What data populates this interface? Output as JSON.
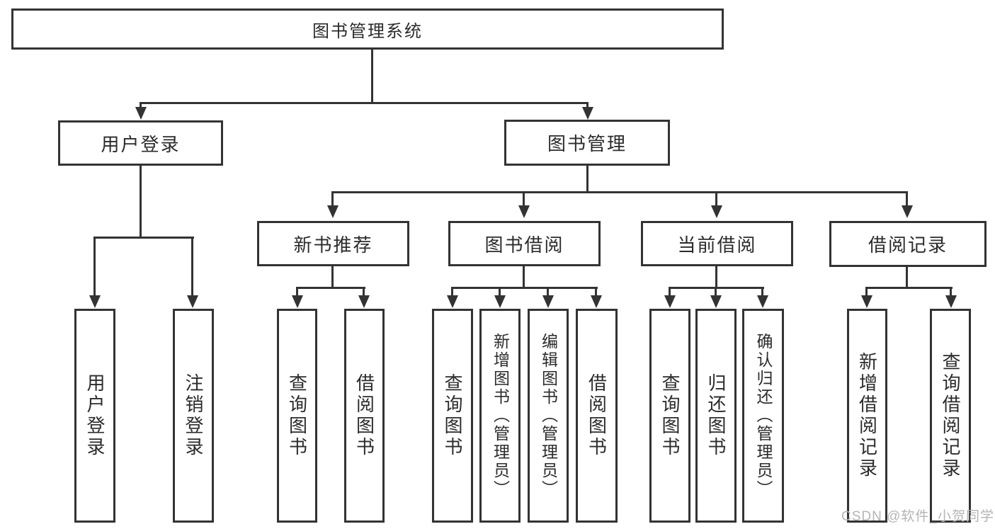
{
  "diagram": {
    "root": {
      "label": "图书管理系统"
    },
    "level2": [
      {
        "label": "用户登录"
      },
      {
        "label": "图书管理"
      }
    ],
    "level3": [
      {
        "label": "新书推荐",
        "parent": "图书管理"
      },
      {
        "label": "图书借阅",
        "parent": "图书管理"
      },
      {
        "label": "当前借阅",
        "parent": "图书管理"
      },
      {
        "label": "借阅记录",
        "parent": "图书管理"
      }
    ],
    "leaves": [
      {
        "label": "用户登录",
        "parent": "用户登录"
      },
      {
        "label": "注销登录",
        "parent": "用户登录"
      },
      {
        "label": "查询图书",
        "parent": "新书推荐"
      },
      {
        "label": "借阅图书",
        "parent": "新书推荐"
      },
      {
        "label": "查询图书",
        "parent": "图书借阅"
      },
      {
        "label": "新增图书（管理员）",
        "parent": "图书借阅"
      },
      {
        "label": "编辑图书（管理员）",
        "parent": "图书借阅"
      },
      {
        "label": "借阅图书",
        "parent": "图书借阅"
      },
      {
        "label": "查询图书",
        "parent": "当前借阅"
      },
      {
        "label": "归还图书",
        "parent": "当前借阅"
      },
      {
        "label": "确认归还（管理员）",
        "parent": "当前借阅"
      },
      {
        "label": "新增借阅记录",
        "parent": "借阅记录"
      },
      {
        "label": "查询借阅记录",
        "parent": "借阅记录"
      }
    ],
    "watermark": "CSDN @软件_小贺同学",
    "colors": {
      "line": "#333333",
      "text": "#2b2b2b",
      "watermark": "#b4b4b4",
      "background": "#ffffff"
    }
  }
}
